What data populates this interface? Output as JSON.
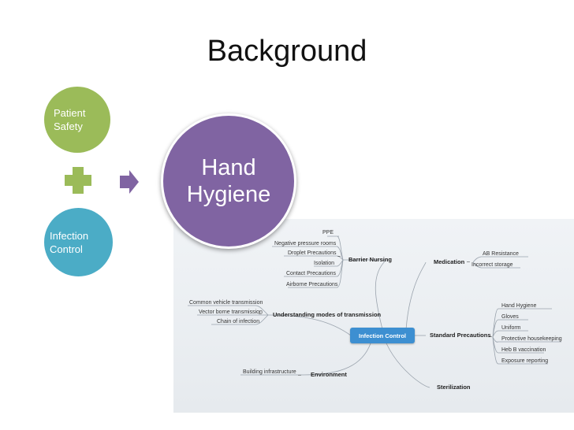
{
  "slide": {
    "title": "Background",
    "circles": {
      "patient_safety": [
        "Patient",
        "Safety"
      ],
      "infection_control": [
        "Infection",
        "Control"
      ],
      "hand_hygiene": [
        "Hand",
        "Hygiene"
      ]
    }
  },
  "mindmap": {
    "center": "Infection Control",
    "branches": {
      "barrier_nursing": {
        "label": "Barrier Nursing",
        "children": [
          "PPE",
          "Negative pressure rooms",
          "Droplet Precautions",
          "Isolation",
          "Contact Precautions",
          "Airborne Precautions"
        ]
      },
      "transmission": {
        "label": "Understanding modes of transmission",
        "children": [
          "Common vehicle transmission",
          "Vector borne transmission",
          "Chain of infection"
        ]
      },
      "environment": {
        "label": "Environment",
        "children": [
          "Building infrastructure"
        ]
      },
      "medication": {
        "label": "Medication",
        "children": [
          "AB Resistance",
          "Incorrect storage"
        ]
      },
      "standard_precautions": {
        "label": "Standard Precautions",
        "children": [
          "Hand Hygiene",
          "Gloves",
          "Uniform",
          "Protective housekeeping",
          "Heb B vaccination",
          "Exposure reporting"
        ]
      },
      "sterilization": {
        "label": "Sterilization",
        "children": []
      }
    },
    "collapse_symbol": "–"
  },
  "colors": {
    "patient_safety": "#9bbb59",
    "infection_control": "#4bacc6",
    "hand_hygiene": "#8064a2",
    "arrow": "#8064a2",
    "mindmap_center": "#3d8fd1"
  }
}
